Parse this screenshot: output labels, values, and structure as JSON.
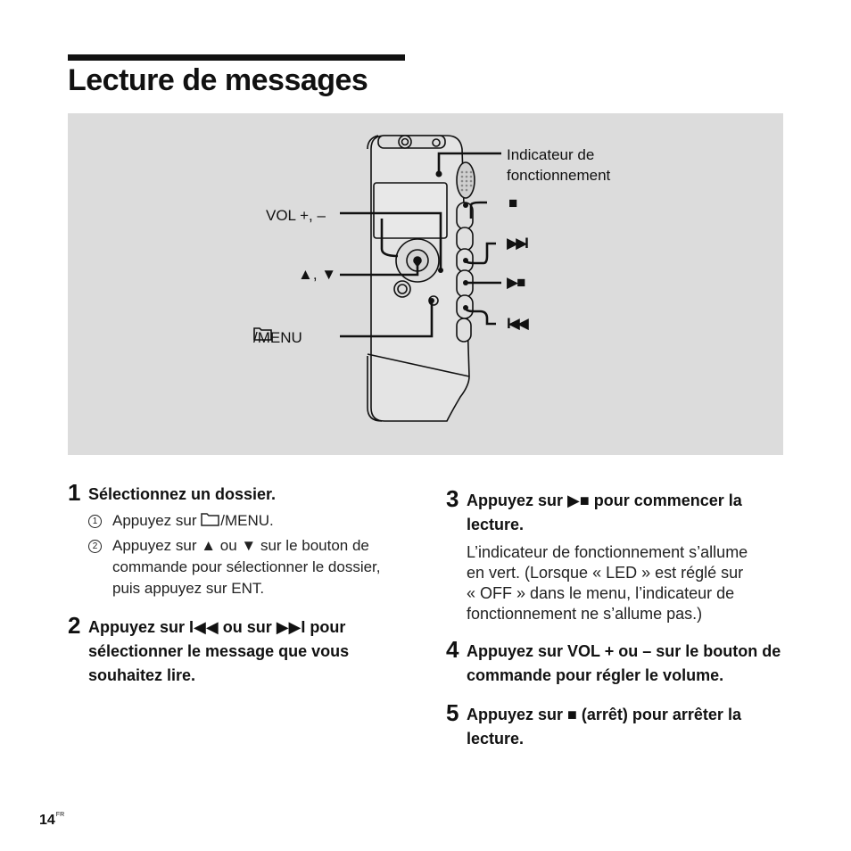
{
  "page": {
    "title": "Lecture de messages",
    "page_number": "14",
    "lang_code": "FR"
  },
  "figure": {
    "labels": {
      "operation_indicator": "Indicateur de fonctionnement",
      "vol": "VOL +, –",
      "up_down": "▲, ▼",
      "menu": "/MENU",
      "stop": "■",
      "next": "▶▶I",
      "play_stop": "▶■",
      "prev": "I◀◀"
    }
  },
  "steps": [
    {
      "number": "1",
      "title": "Sélectionnez un dossier.",
      "substeps": [
        {
          "marker": "1",
          "text_a": "Appuyez sur ",
          "text_b": "/MENU."
        },
        {
          "marker": "2",
          "text": "Appuyez sur ▲ ou ▼ sur le bouton de commande pour sélectionner le dossier, puis appuyez sur ENT."
        }
      ]
    },
    {
      "number": "2",
      "title": "Appuyez sur I◀◀ ou sur ▶▶I pour sélectionner le message que vous souhaitez lire."
    },
    {
      "number": "3",
      "title": "Appuyez sur ▶■ pour commencer la lecture.",
      "body": "L’indicateur de fonctionnement s’allume en vert. (Lorsque « LED » est réglé sur « OFF » dans le menu, l’indicateur de fonctionnement ne s’allume pas.)"
    },
    {
      "number": "4",
      "title": "Appuyez sur VOL + ou – sur le bouton de commande pour régler le volume."
    },
    {
      "number": "5",
      "title": "Appuyez sur ■ (arrêt) pour arrêter la lecture."
    }
  ]
}
